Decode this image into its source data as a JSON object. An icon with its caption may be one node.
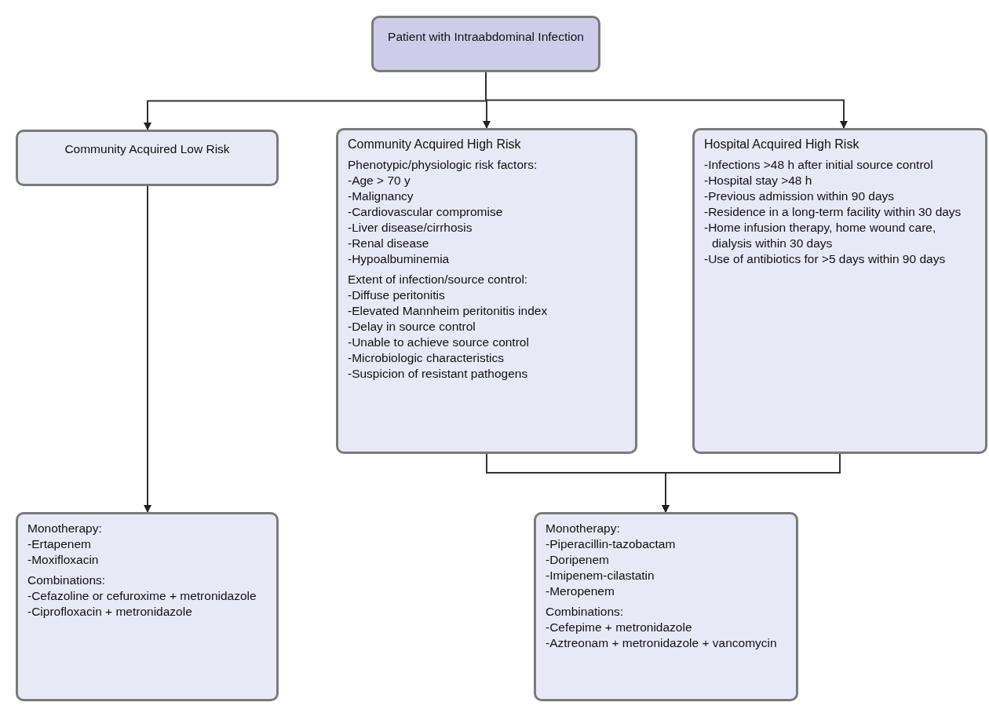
{
  "diagram": {
    "nodes": [
      {
        "text": [
          "Patient with Intraabdominal Infection"
        ]
      },
      {
        "text": [
          "Community Acquired Low Risk"
        ]
      },
      {
        "text": [
          "Community Acquired High Risk",
          "Phenotypic/physiologic risk factors:",
          "-Age > 70 y",
          "-Malignancy",
          "-Cardiovascular compromise",
          "-Liver disease/cirrhosis",
          "-Renal disease",
          "-Hypoalbuminemia",
          "Extent of infection/source control:",
          "-Diffuse peritonitis",
          "-Elevated Mannheim peritonitis index",
          "-Delay in source control",
          "-Unable to achieve source control",
          "-Microbiologic characteristics",
          "-Suspicion of resistant pathogens"
        ]
      },
      {
        "text": [
          "Hospital Acquired High Risk",
          "-Infections >48 h after initial source control",
          "-Hospital stay >48 h",
          "-Previous admission within 90 days",
          "-Residence in a long-term facility within 30 days",
          "-Home infusion therapy, home wound care, dialysis within 30 days",
          "-Use of antibiotics for >5 days within 90 days"
        ]
      },
      {
        "text": [
          "Monotherapy:",
          "-Ertapenem",
          "-Moxifloxacin",
          "Combinations:",
          "-Cefazoline or cefuroxime + metronidazole",
          "-Ciprofloxacin + metronidazole"
        ]
      },
      {
        "text": [
          "Monotherapy:",
          "-Piperacillin-tazobactam",
          "-Doripenem",
          "-Imipenem-cilastatin",
          "-Meropenem",
          "Combinations:",
          "-Cefepime + metronidazole",
          "-Aztreonam + metronidazole + vancomycin"
        ]
      }
    ],
    "edges": [
      {
        "from": 0,
        "to": 1,
        "arrow": "to"
      },
      {
        "from": 0,
        "to": 2,
        "arrow": "to"
      },
      {
        "from": 0,
        "to": 3,
        "arrow": "to"
      },
      {
        "from": 1,
        "to": 4,
        "arrow": "to"
      },
      {
        "from": 2,
        "to": 5,
        "arrow": "to"
      },
      {
        "from": 3,
        "to": 5,
        "arrow": "to"
      }
    ]
  }
}
